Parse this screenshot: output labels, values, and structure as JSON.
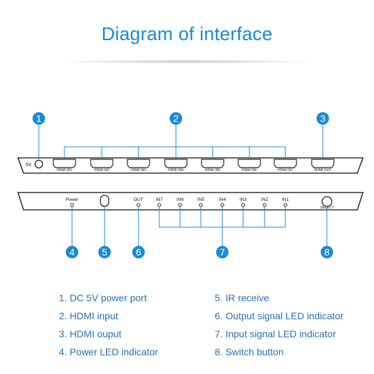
{
  "title": "Diagram of interface",
  "front_panel": {
    "port_5v_label": "5V",
    "hdmi_ports": [
      "HDMI IN1",
      "HDMI IN2",
      "HDMI IN3",
      "HDMI IN4",
      "HDMI IN5",
      "HDMI IN6",
      "HDMI IN7",
      "HDMI OUT"
    ]
  },
  "rear_panel": {
    "power_label": "Power",
    "led_labels": [
      "OUT",
      "IN7",
      "IN6",
      "IN5",
      "IN4",
      "IN3",
      "IN2",
      "IN1"
    ],
    "select_label": "SELECT"
  },
  "callouts": [
    "1",
    "2",
    "3",
    "4",
    "5",
    "6",
    "7",
    "8"
  ],
  "legend": [
    "1. DC 5V power port",
    "2. HDMI input",
    "3. HDMI ouput",
    "4. Power LED indicator",
    "5. IR receive",
    "6. Output signal LED indicator",
    "7. Input signal LED indicator",
    "8. Switch button"
  ],
  "colors": {
    "accent": "#1a8ad4",
    "legend_text": "#2a6fb8",
    "panel_stroke": "#333333"
  }
}
